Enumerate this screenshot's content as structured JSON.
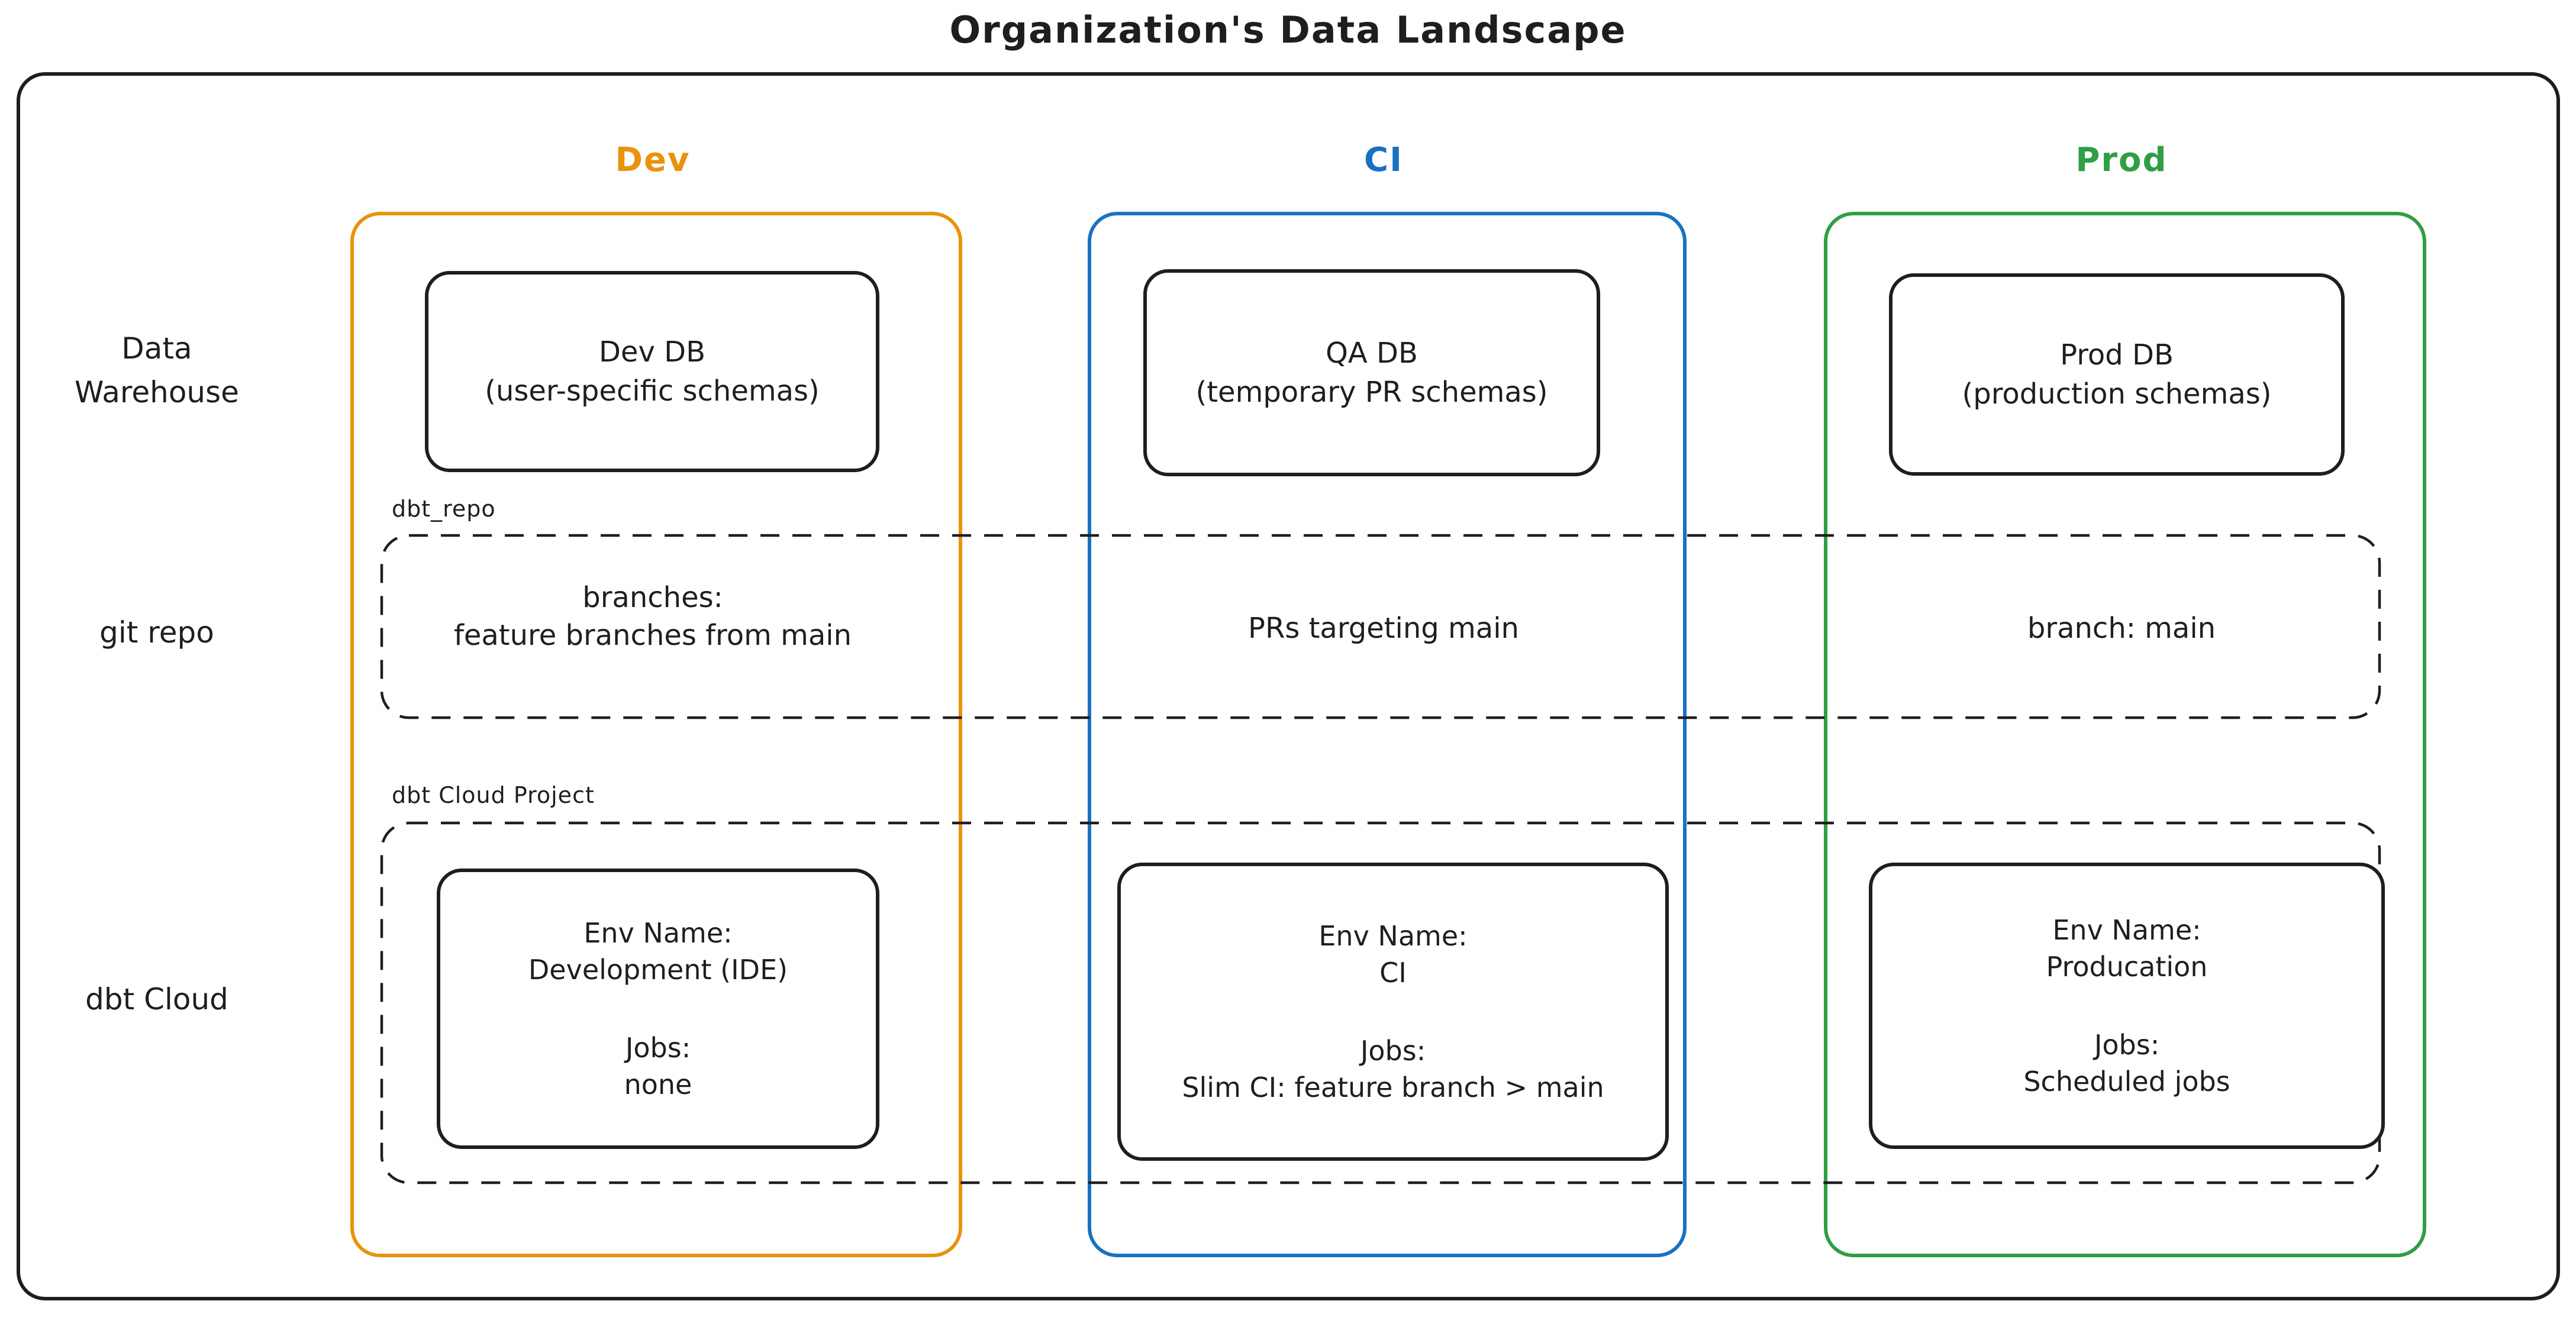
{
  "title": "Organization's Data Landscape",
  "colors": {
    "dev": "#e8930c",
    "ci": "#1971c2",
    "prod": "#2f9e44",
    "ink": "#1e1e1e"
  },
  "columns": [
    {
      "label": "Dev"
    },
    {
      "label": "CI"
    },
    {
      "label": "Prod"
    }
  ],
  "row_labels": {
    "warehouse_line1": "Data",
    "warehouse_line2": "Warehouse",
    "git": "git repo",
    "dbt": "dbt Cloud"
  },
  "warehouse": {
    "dev": {
      "title": "Dev DB",
      "subtitle": "(user-specific schemas)"
    },
    "ci": {
      "title": "QA DB",
      "subtitle": "(temporary PR schemas)"
    },
    "prod": {
      "title": "Prod DB",
      "subtitle": "(production schemas)"
    }
  },
  "git_repo": {
    "label": "dbt_repo",
    "dev_line1": "branches:",
    "dev_line2": "feature branches from main",
    "ci": "PRs targeting main",
    "prod": "branch: main"
  },
  "dbt_cloud": {
    "label": "dbt Cloud Project",
    "dev": {
      "env_label": "Env Name:",
      "env_name": "Development (IDE)",
      "jobs_label": "Jobs:",
      "jobs": "none"
    },
    "ci": {
      "env_label": "Env Name:",
      "env_name": "CI",
      "jobs_label": "Jobs:",
      "jobs": "Slim CI: feature branch > main"
    },
    "prod": {
      "env_label": "Env Name:",
      "env_name": "Producation",
      "jobs_label": "Jobs:",
      "jobs": "Scheduled jobs"
    }
  }
}
